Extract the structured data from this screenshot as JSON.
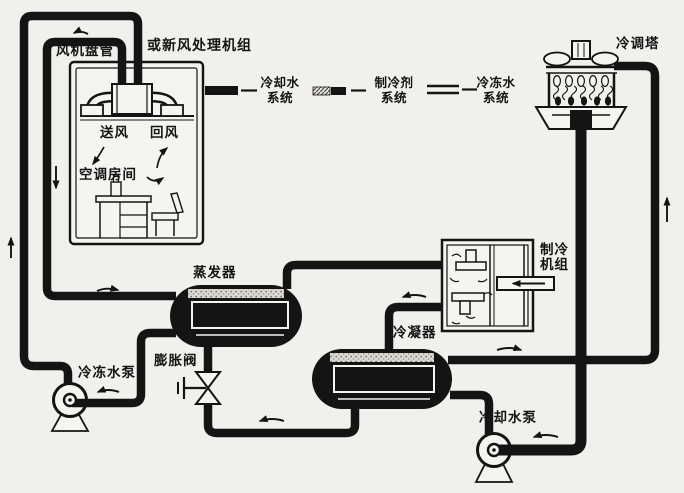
{
  "labels": {
    "fan_coil": "风机盘管",
    "fresh_air_unit": "或新风处理机组",
    "cooling_tower": "冷调塔",
    "supply_air": "送风",
    "return_air": "回风",
    "room": "空调房间",
    "evaporator": "蒸发器",
    "chiller_line1": "制冷",
    "chiller_line2": "机组",
    "condenser": "冷凝器",
    "chilled_water_pump": "冷冻水泵",
    "expansion_valve": "膨胀阀",
    "cooling_water_pump": "冷却水泵"
  },
  "legend": [
    {
      "name": "冷却水",
      "sub": "系统",
      "symbol": "solid-bar"
    },
    {
      "name": "制冷剂",
      "sub": "系统",
      "symbol": "hatched-plus-solid-bar"
    },
    {
      "name": "冷冻水",
      "sub": "系统",
      "symbol": "double-line"
    }
  ],
  "colors": {
    "background": "#f2f0ec",
    "ink": "#141414"
  }
}
